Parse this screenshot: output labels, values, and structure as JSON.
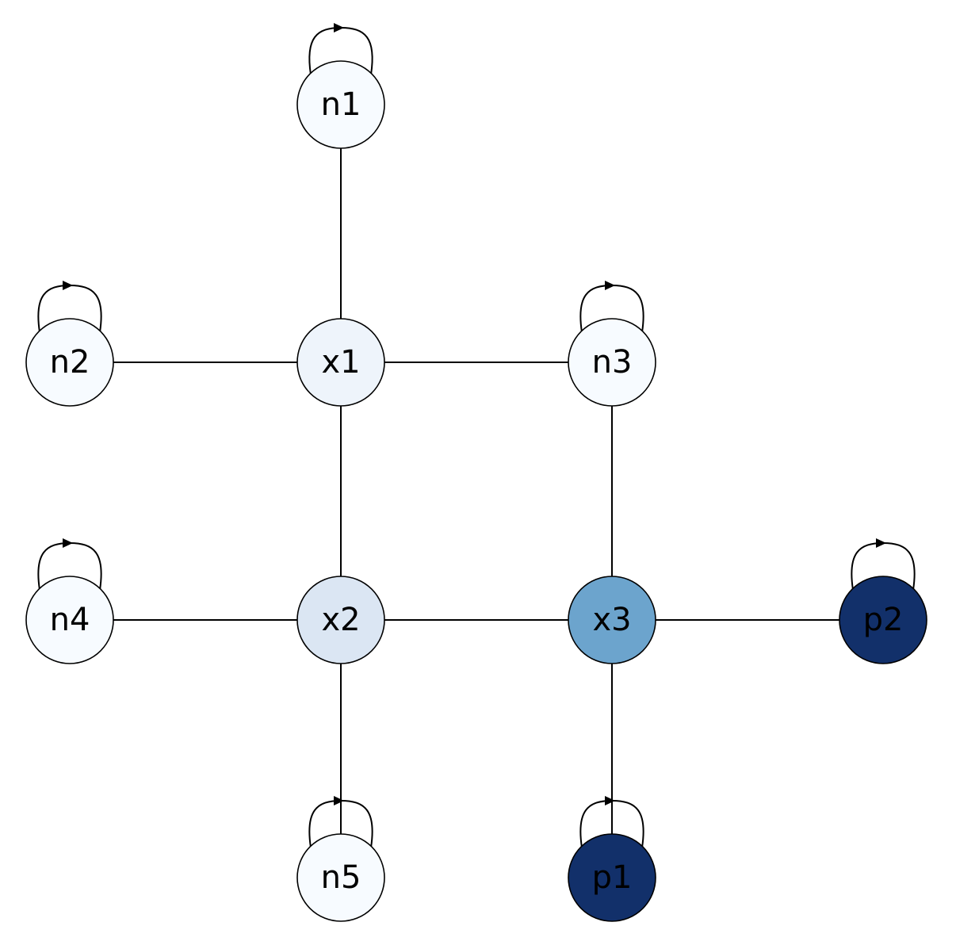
{
  "graph": {
    "nodes": [
      {
        "id": "n1",
        "label": "n1",
        "fill": "#f7fbff",
        "text_color": "#000000",
        "self_loop": true
      },
      {
        "id": "n2",
        "label": "n2",
        "fill": "#f7fbff",
        "text_color": "#000000",
        "self_loop": true
      },
      {
        "id": "x1",
        "label": "x1",
        "fill": "#eef4fb",
        "text_color": "#000000",
        "self_loop": false
      },
      {
        "id": "n3",
        "label": "n3",
        "fill": "#f7fbff",
        "text_color": "#000000",
        "self_loop": true
      },
      {
        "id": "n4",
        "label": "n4",
        "fill": "#f7fbff",
        "text_color": "#000000",
        "self_loop": true
      },
      {
        "id": "x2",
        "label": "x2",
        "fill": "#dbe6f3",
        "text_color": "#000000",
        "self_loop": false
      },
      {
        "id": "x3",
        "label": "x3",
        "fill": "#6ca4cd",
        "text_color": "#000000",
        "self_loop": false
      },
      {
        "id": "p2",
        "label": "p2",
        "fill": "#12306a",
        "text_color": "#000000",
        "self_loop": true
      },
      {
        "id": "n5",
        "label": "n5",
        "fill": "#f7fbff",
        "text_color": "#000000",
        "self_loop": true
      },
      {
        "id": "p1",
        "label": "p1",
        "fill": "#12306a",
        "text_color": "#000000",
        "self_loop": true
      }
    ],
    "edges": [
      {
        "source": "n1",
        "target": "x1"
      },
      {
        "source": "n2",
        "target": "x1"
      },
      {
        "source": "x1",
        "target": "n3"
      },
      {
        "source": "x1",
        "target": "x2"
      },
      {
        "source": "n3",
        "target": "x3"
      },
      {
        "source": "n4",
        "target": "x2"
      },
      {
        "source": "x2",
        "target": "x3"
      },
      {
        "source": "x2",
        "target": "n5"
      },
      {
        "source": "x3",
        "target": "p2"
      },
      {
        "source": "x3",
        "target": "p1"
      }
    ]
  }
}
